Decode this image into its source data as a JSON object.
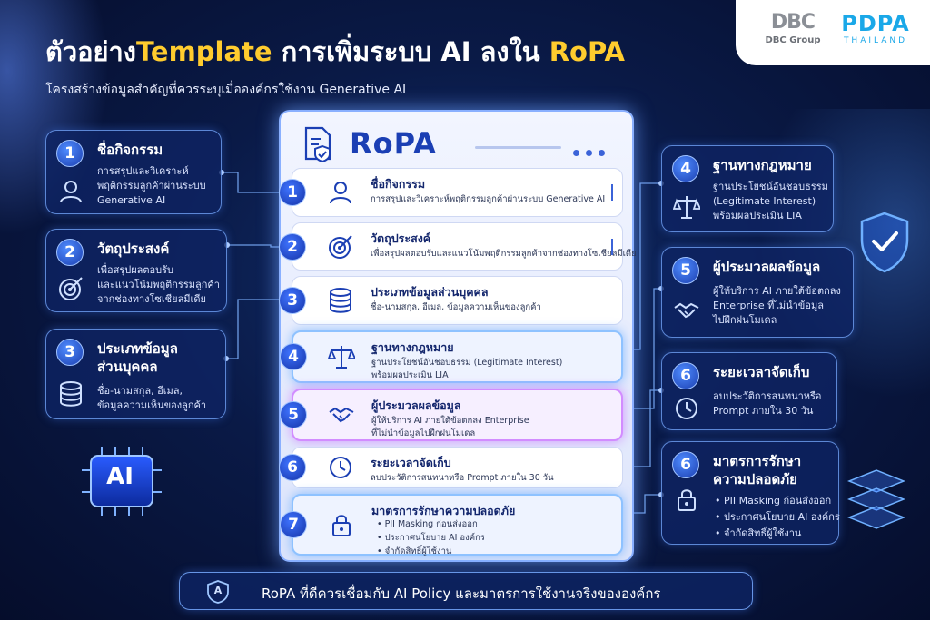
{
  "header": {
    "title_prefix": "ตัวอย่าง",
    "title_highlight": "Template",
    "title_middle": " การเพิ่มระบบ AI ลงใน ",
    "title_suffix_highlight": "RoPA",
    "subtitle": "โครงสร้างข้อมูลสำคัญที่ควรระบุเมื่อองค์กรใช้งาน Generative AI"
  },
  "logo": {
    "dbc_mark": "DBC",
    "dbc_name": "DBC Group",
    "pdpa_big": "PDPA",
    "pdpa_small": "THAILAND"
  },
  "panel": {
    "title": "RoPA",
    "rows": [
      {
        "num": "1",
        "icon": "user-icon",
        "title": "ชื่อกิจกรรม",
        "desc": "การสรุปและวิเคราะห์พฤติกรรมลูกค้าผ่านระบบ Generative AI"
      },
      {
        "num": "2",
        "icon": "target-icon",
        "title": "วัตถุประสงค์",
        "desc": "เพื่อสรุปผลตอบรับและแนวโน้มพฤติกรรมลูกค้าจากช่องทางโซเชียลมีเดีย"
      },
      {
        "num": "3",
        "icon": "database-icon",
        "title": "ประเภทข้อมูลส่วนบุคคล",
        "desc": "ชื่อ-นามสกุล, อีเมล, ข้อมูลความเห็นของลูกค้า"
      },
      {
        "num": "4",
        "icon": "scale-icon",
        "title": "ฐานทางกฎหมาย",
        "desc_line1": "ฐานประโยชน์อันชอบธรรม (Legitimate Interest)",
        "desc_line2": "พร้อมผลประเมิน LIA"
      },
      {
        "num": "5",
        "icon": "handshake-icon",
        "title": "ผู้ประมวลผลข้อมูล",
        "desc_line1": "ผู้ให้บริการ AI ภายใต้ข้อตกลง Enterprise",
        "desc_line2": "ที่ไม่นำข้อมูลไปฝึกฝนโมเดล"
      },
      {
        "num": "6",
        "icon": "clock-icon",
        "title": "ระยะเวลาจัดเก็บ",
        "desc": "ลบประวัติการสนทนาหรือ Prompt ภายใน 30 วัน"
      },
      {
        "num": "7",
        "icon": "lock-icon",
        "title": "มาตรการรักษาความปลอดภัย",
        "list": [
          "PII Masking ก่อนส่งออก",
          "ประกาศนโยบาย AI องค์กร",
          "จำกัดสิทธิ์ผู้ใช้งาน"
        ]
      }
    ]
  },
  "left_cards": [
    {
      "num": "1",
      "title": "ชื่อกิจกรรม",
      "desc": [
        "การสรุปและวิเคราะห์",
        "พฤติกรรมลูกค้าผ่านระบบ",
        "Generative AI"
      ]
    },
    {
      "num": "2",
      "title": "วัตถุประสงค์",
      "desc": [
        "เพื่อสรุปผลตอบรับ",
        "และแนวโน้มพฤติกรรมลูกค้า",
        "จากช่องทางโซเชียลมีเดีย"
      ]
    },
    {
      "num": "3",
      "title_line1": "ประเภทข้อมูล",
      "title_line2": "ส่วนบุคคล",
      "desc": [
        "ชื่อ-นามสกุล, อีเมล,",
        "ข้อมูลความเห็นของลูกค้า"
      ]
    }
  ],
  "right_cards": [
    {
      "num": "4",
      "title": "ฐานทางกฎหมาย",
      "desc": [
        "ฐานประโยชน์อันชอบธรรม",
        "(Legitimate Interest)",
        "พร้อมผลประเมิน LIA"
      ]
    },
    {
      "num": "5",
      "title": "ผู้ประมวลผลข้อมูล",
      "desc": [
        "ผู้ให้บริการ AI ภายใต้ข้อตกลง",
        "Enterprise ที่ไม่นำข้อมูล",
        "ไปฝึกฝนโมเดล"
      ]
    },
    {
      "num": "6",
      "title": "ระยะเวลาจัดเก็บ",
      "desc": [
        "ลบประวัติการสนทนาหรือ",
        "Prompt ภายใน 30 วัน"
      ]
    },
    {
      "num": "6",
      "title_line1": "มาตรการรักษา",
      "title_line2": "ความปลอดภัย",
      "list": [
        "PII Masking ก่อนส่งออก",
        "ประกาศนโยบาย AI องค์กร",
        "จำกัดสิทธิ์ผู้ใช้งาน"
      ]
    }
  ],
  "decor": {
    "ai_chip_label": "AI"
  },
  "footer": {
    "icon_label": "A",
    "text": "RoPA ที่ดีควรเชื่อมกับ AI Policy และมาตรการใช้งานจริงขององค์กร"
  },
  "colors": {
    "accent_yellow": "#ffcc2e",
    "panel_title": "#1b3fb4",
    "brand_blue": "#1aa8e8",
    "background": "#0a1a47"
  }
}
